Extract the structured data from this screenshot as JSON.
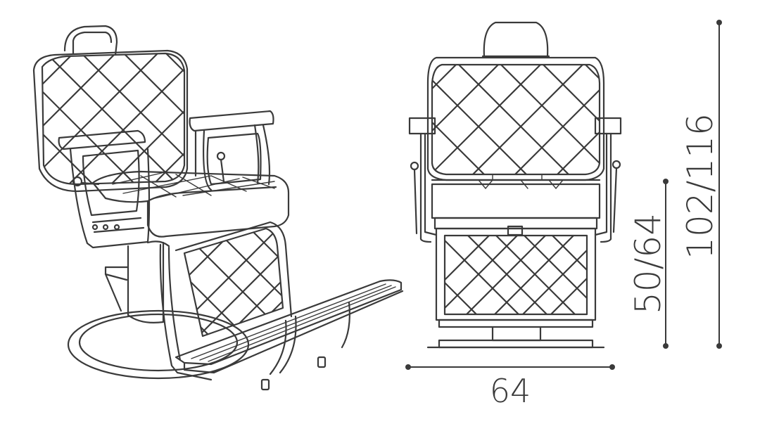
{
  "dimensions": {
    "width_label": "64",
    "seat_height_label": "50/64",
    "total_height_label": "102/116"
  },
  "colors": {
    "stroke": "#3a3a3a",
    "background": "#ffffff"
  }
}
